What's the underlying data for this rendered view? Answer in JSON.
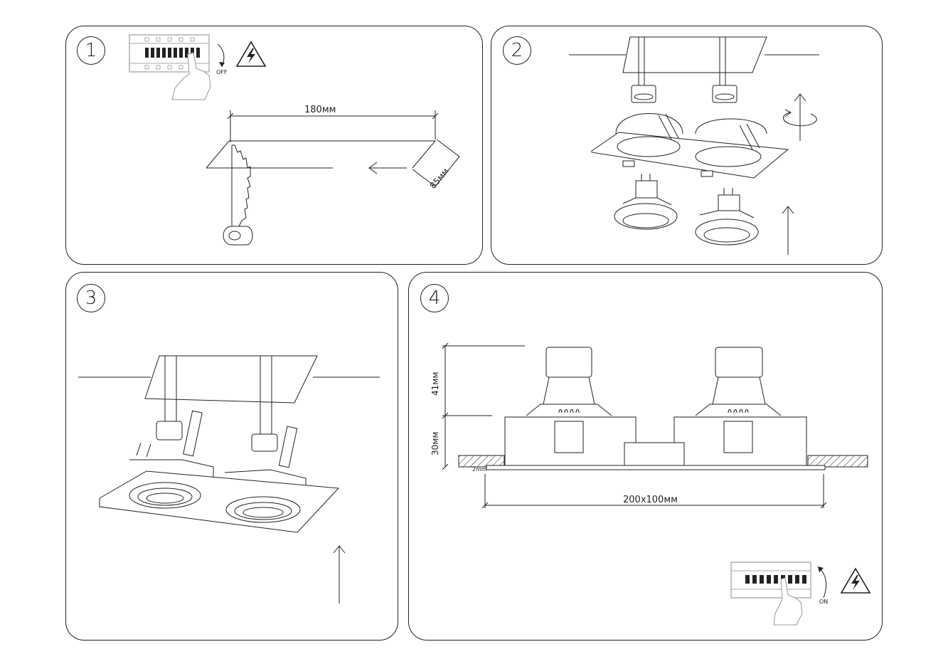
{
  "steps": [
    {
      "number": "1",
      "switch_state": "OFF",
      "cut_length": "180мм",
      "cut_width": "85мм"
    },
    {
      "number": "2"
    },
    {
      "number": "3"
    },
    {
      "number": "4",
      "height_top": "41мм",
      "height_bottom": "30мм",
      "thickness": "2mm",
      "frame_size": "200x100мм",
      "switch_state": "ON"
    }
  ],
  "icons": [
    "breaker-panel-icon",
    "hand-icon",
    "high-voltage-icon",
    "saw-icon",
    "rotate-icon",
    "arrow-up-icon",
    "arrow-left-icon"
  ]
}
